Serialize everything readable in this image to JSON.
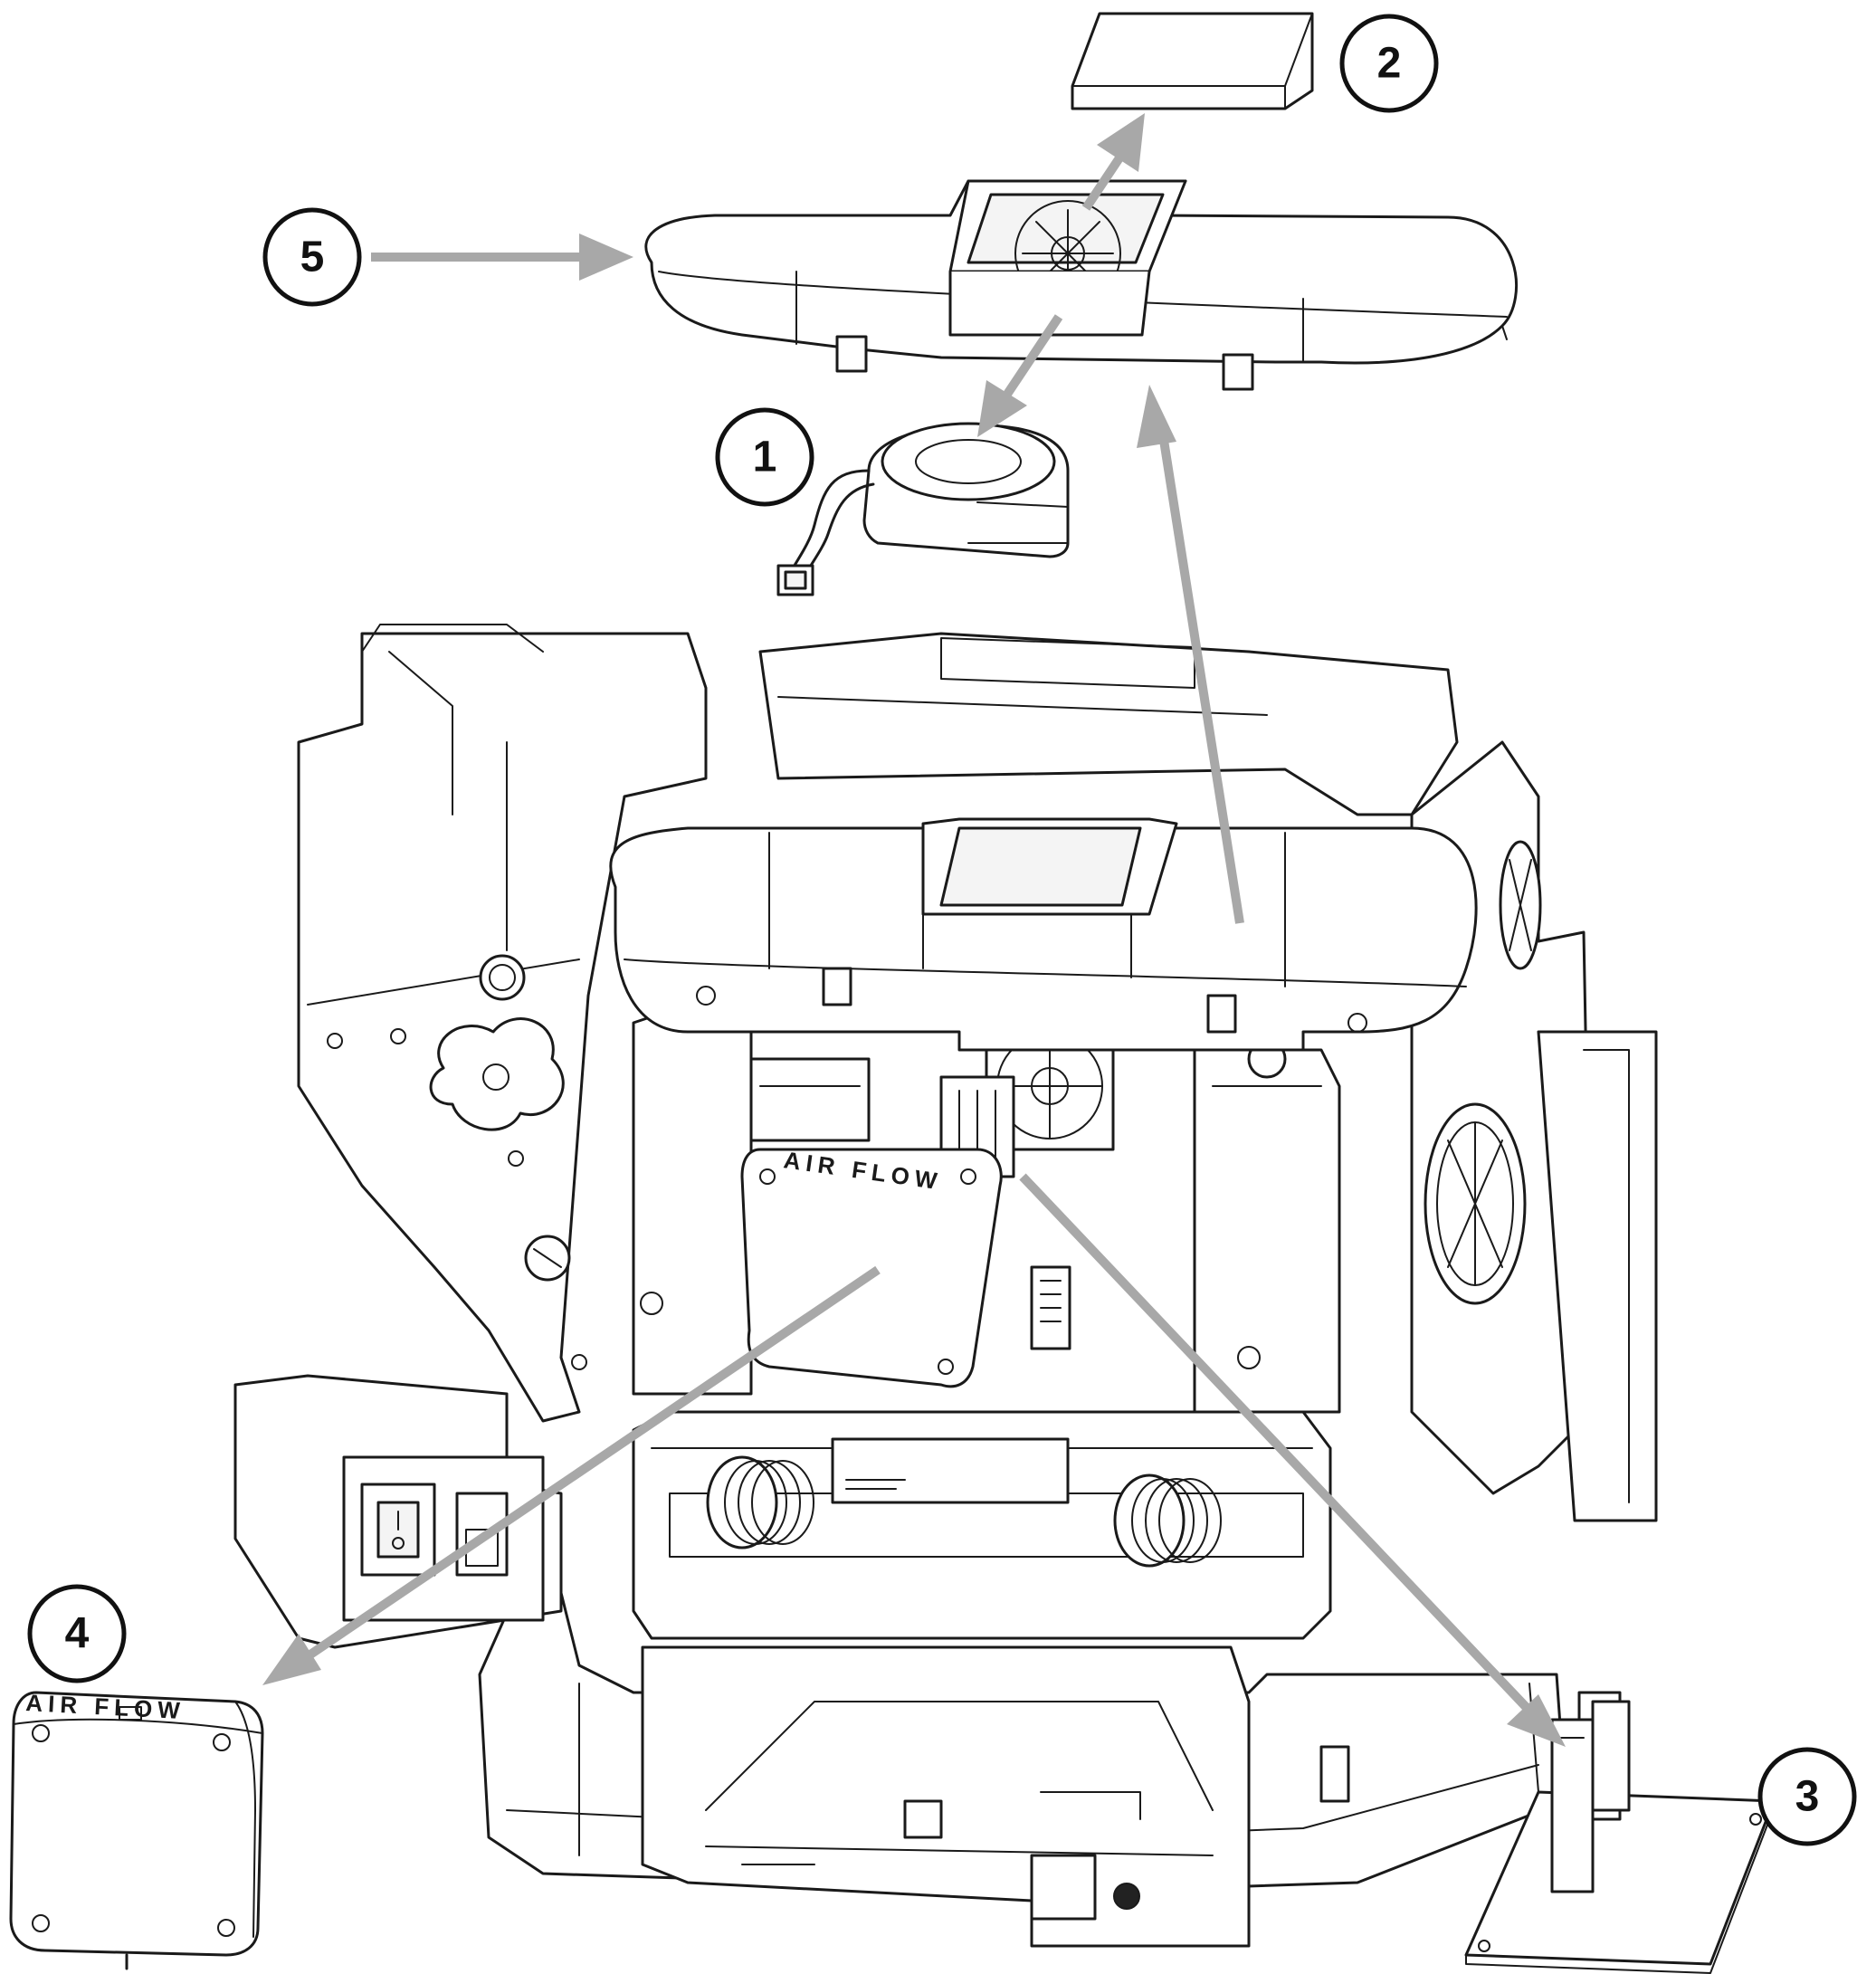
{
  "callouts": [
    {
      "id": "1",
      "label": "1"
    },
    {
      "id": "2",
      "label": "2"
    },
    {
      "id": "3",
      "label": "3"
    },
    {
      "id": "4",
      "label": "4"
    },
    {
      "id": "5",
      "label": "5"
    }
  ],
  "printed_labels": {
    "airflow_on_assembly": "AIR FLOW",
    "airflow_on_removed_part": "AIR FLOW"
  },
  "colors": {
    "line": "#1a1a1a",
    "arrow": "#a8a8a8",
    "background": "#ffffff"
  }
}
